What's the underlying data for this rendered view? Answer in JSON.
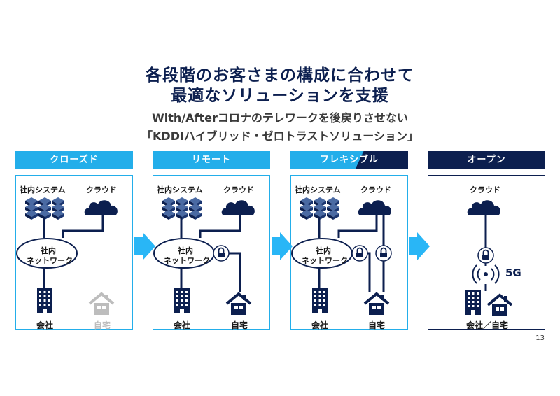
{
  "title": {
    "line1": "各段階のお客さまの構成に合わせて",
    "line2": "最適なソリューションを支援"
  },
  "subtitle": {
    "line1": "With/Afterコロナのテレワークを後戻りさせない",
    "line2": "「KDDIハイブリッド・ゼロトラストソリューション」"
  },
  "stages": [
    {
      "label": "クローズド",
      "internal": "社内システム",
      "cloud": "クラウド",
      "network": [
        "社内",
        "ネットワーク"
      ],
      "office": "会社",
      "home": "自宅"
    },
    {
      "label": "リモート",
      "internal": "社内システム",
      "cloud": "クラウド",
      "network": [
        "社内",
        "ネットワーク"
      ],
      "office": "会社",
      "home": "自宅"
    },
    {
      "label": "フレキシブル",
      "internal": "社内システム",
      "cloud": "クラウド",
      "network": [
        "社内",
        "ネットワーク"
      ],
      "office": "会社",
      "home": "自宅"
    },
    {
      "label": "オープン",
      "cloud": "クラウド",
      "network_5g": "5G",
      "office_home": "会社／自宅"
    }
  ],
  "colors": {
    "navy": "#0c1f4f",
    "cyan": "#23aeea",
    "light_cyan": "#29b6f6",
    "home_inactive": "#bdbdbd"
  },
  "page_number": "13"
}
